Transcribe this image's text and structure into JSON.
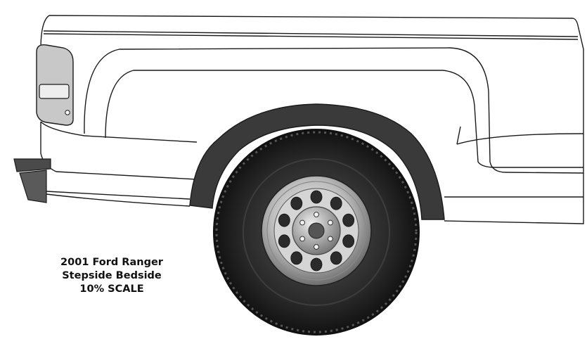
{
  "caption": {
    "line1": "2001 Ford Ranger",
    "line2": "Stepside Bedside",
    "line3": "10% SCALE"
  },
  "colors": {
    "outline": "#1a1a1a",
    "fender_fill": "#3a3a3a",
    "tail_light_fill": "#c8c8c8",
    "tire_fill": "#222222",
    "wheel_rim": "#bdbdbd",
    "page_background": "#ffffff"
  }
}
